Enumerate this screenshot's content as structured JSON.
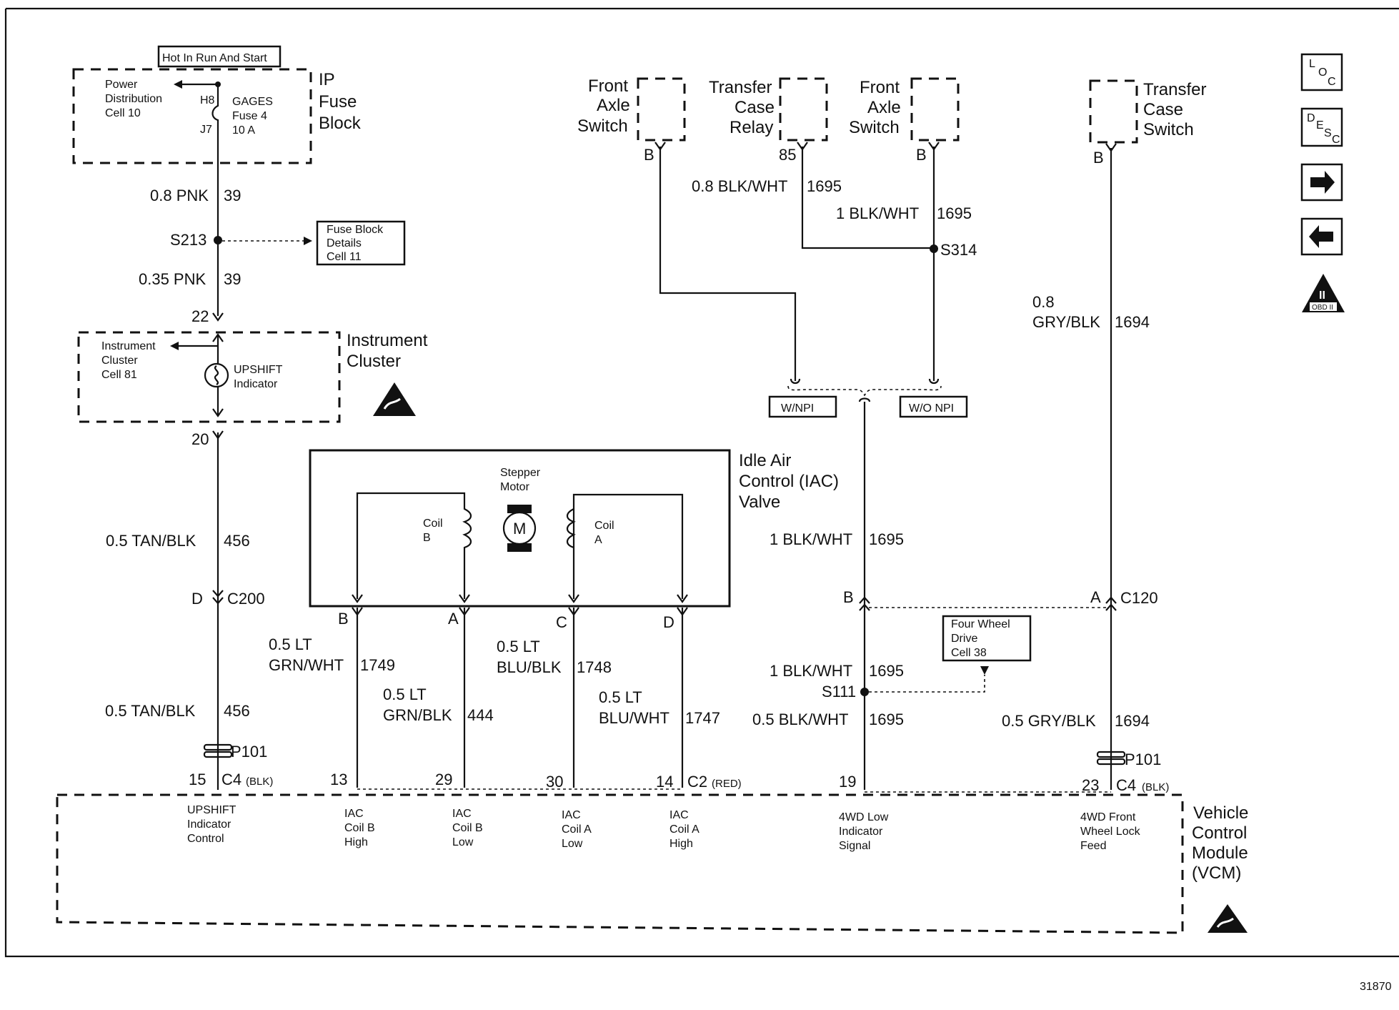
{
  "diagram_id": "31870",
  "header_box": "Hot In Run And Start",
  "ip_fuse_block": {
    "title_lines": [
      "IP",
      "Fuse",
      "Block"
    ],
    "pd_lines": [
      "Power",
      "Distribution",
      "Cell 10"
    ],
    "pin_h8": "H8",
    "pin_j7": "J7",
    "fuse_lines": [
      "GAGES",
      "Fuse 4",
      "10 A"
    ]
  },
  "fuse_details": [
    "Fuse Block",
    "Details",
    "Cell 11"
  ],
  "splices": {
    "s213": "S213",
    "s314": "S314",
    "s111": "S111"
  },
  "wires": {
    "w39_a": {
      "gauge": "0.8 PNK",
      "circuit": "39"
    },
    "w39_b": {
      "gauge": "0.35 PNK",
      "circuit": "39"
    },
    "w456_a": {
      "gauge": "0.5 TAN/BLK",
      "circuit": "456"
    },
    "w456_b": {
      "gauge": "0.5 TAN/BLK",
      "circuit": "456"
    },
    "w1749": {
      "gauge_lines": [
        "0.5 LT",
        "GRN/WHT"
      ],
      "circuit": "1749"
    },
    "w444": {
      "gauge_lines": [
        "0.5 LT",
        "GRN/BLK"
      ],
      "circuit": "444"
    },
    "w1748": {
      "gauge_lines": [
        "0.5 LT",
        "BLU/BLK"
      ],
      "circuit": "1748"
    },
    "w1747": {
      "gauge_lines": [
        "0.5 LT",
        "BLU/WHT"
      ],
      "circuit": "1747"
    },
    "w1695_a": {
      "gauge": "0.8 BLK/WHT",
      "circuit": "1695"
    },
    "w1695_b": {
      "gauge": "1 BLK/WHT",
      "circuit": "1695"
    },
    "w1695_c": {
      "gauge": "1 BLK/WHT",
      "circuit": "1695"
    },
    "w1695_d": {
      "gauge": "1 BLK/WHT",
      "circuit": "1695"
    },
    "w1695_e": {
      "gauge": "0.5 BLK/WHT",
      "circuit": "1695"
    },
    "w1694_a": {
      "gauge_lines": [
        "0.8",
        "GRY/BLK"
      ],
      "circuit": "1694"
    },
    "w1694_b": {
      "gauge": "0.5 GRY/BLK",
      "circuit": "1694"
    }
  },
  "instrument_cluster": {
    "title_lines": [
      "Instrument",
      "Cluster"
    ],
    "ref_lines": [
      "Instrument",
      "Cluster",
      "Cell 81"
    ],
    "indicator_lines": [
      "UPSHIFT",
      "Indicator"
    ],
    "pin_in": "22",
    "pin_out": "20"
  },
  "connectors": {
    "c200_pin": "D",
    "c200": "C200",
    "p101_left": "P101",
    "p101_right": "P101",
    "c120_b": "B",
    "c120_a": "A",
    "c120": "C120"
  },
  "iac_valve": {
    "title_lines": [
      "Idle Air",
      "Control (IAC)",
      "Valve"
    ],
    "motor_lines": [
      "Stepper",
      "Motor"
    ],
    "motor_symbol": "M",
    "coil_b_lines": [
      "Coil",
      "B"
    ],
    "coil_a_lines": [
      "Coil",
      "A"
    ],
    "pins": [
      "B",
      "A",
      "C",
      "D"
    ]
  },
  "switches": {
    "front_axle_1": {
      "lines": [
        "Front",
        "Axle",
        "Switch"
      ],
      "pin": "B"
    },
    "transfer_case_relay": {
      "lines": [
        "Transfer",
        "Case",
        "Relay"
      ],
      "pin": "85"
    },
    "front_axle_2": {
      "lines": [
        "Front",
        "Axle",
        "Switch"
      ],
      "pin": "B"
    },
    "transfer_case_switch": {
      "lines": [
        "Transfer",
        "Case",
        "Switch"
      ],
      "pin": "B"
    }
  },
  "options": {
    "with_npi": "W/NPI",
    "without_npi": "W/O NPI"
  },
  "four_wheel_drive": [
    "Four Wheel",
    "Drive",
    "Cell 38"
  ],
  "vcm": {
    "title_lines": [
      "Vehicle",
      "Control",
      "Module",
      "(VCM)"
    ],
    "c4_left": "C4",
    "c4_left_color": "(BLK)",
    "c2": "C2",
    "c2_color": "(RED)",
    "c4_right": "C4",
    "c4_right_color": "(BLK)",
    "pins": {
      "p15": "15",
      "p13": "13",
      "p29": "29",
      "p30": "30",
      "p14": "14",
      "p19": "19",
      "p23": "23"
    },
    "functions": {
      "upshift": [
        "UPSHIFT",
        "Indicator",
        "Control"
      ],
      "iac_b_high": [
        "IAC",
        "Coil B",
        "High"
      ],
      "iac_b_low": [
        "IAC",
        "Coil B",
        "Low"
      ],
      "iac_a_low": [
        "IAC",
        "Coil A",
        "Low"
      ],
      "iac_a_high": [
        "IAC",
        "Coil A",
        "High"
      ],
      "fwd_low": [
        "4WD Low",
        "Indicator",
        "Signal"
      ],
      "fwd_front": [
        "4WD Front",
        "Wheel Lock",
        "Feed"
      ]
    }
  },
  "nav": {
    "loc": [
      "L",
      "O",
      "C"
    ],
    "desc": [
      "D",
      "E",
      "S",
      "C"
    ],
    "obd": "OBD II",
    "obd_mark": "II"
  }
}
